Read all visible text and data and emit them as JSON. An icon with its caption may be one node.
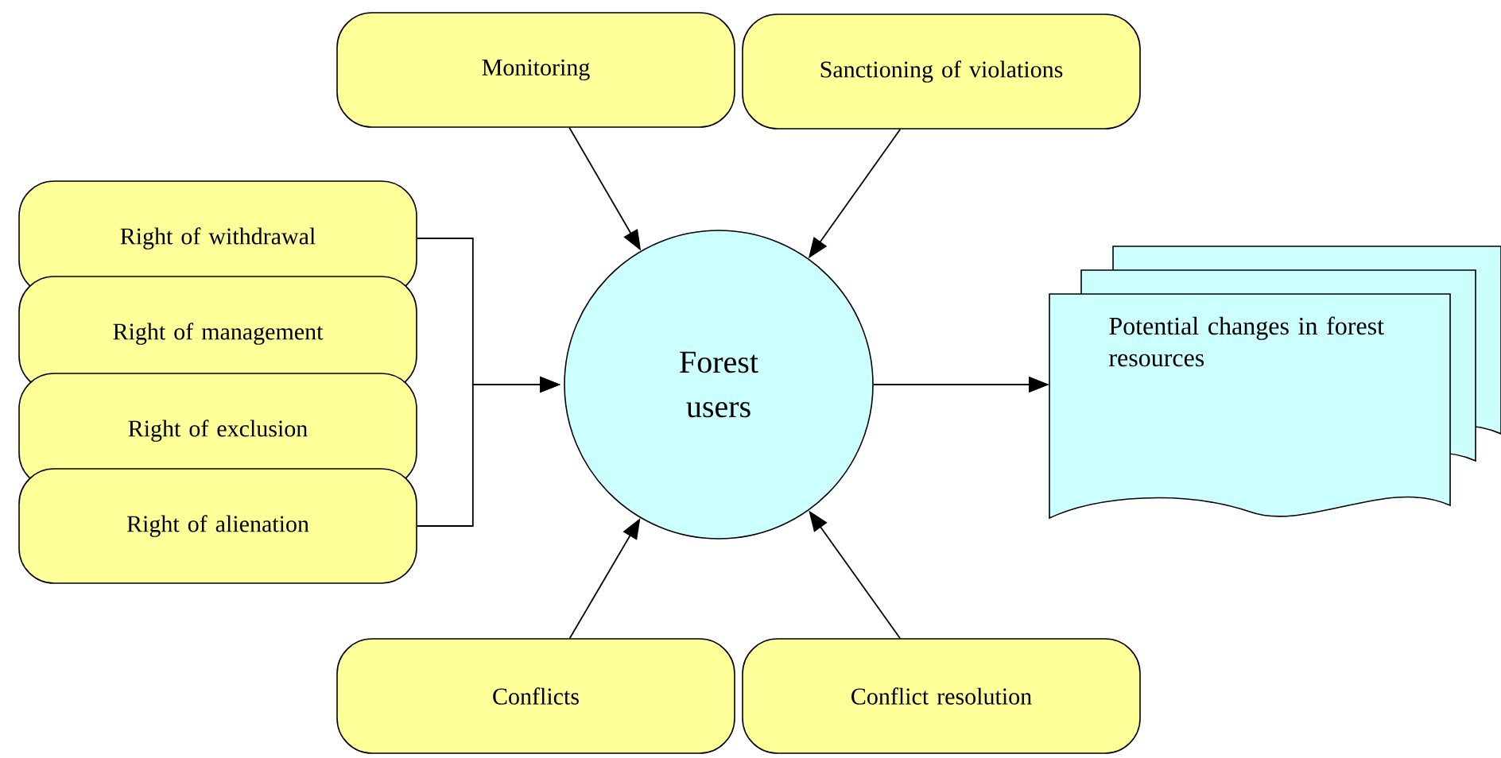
{
  "diagram": {
    "nodes": [
      {
        "text": [
          "Monitoring"
        ]
      },
      {
        "text": [
          "Sanctioning of violations"
        ]
      },
      {
        "text": [
          "Right of withdrawal"
        ]
      },
      {
        "text": [
          "Right of management"
        ]
      },
      {
        "text": [
          "Right of exclusion"
        ]
      },
      {
        "text": [
          "Right of alienation"
        ]
      },
      {
        "text": [
          "Forest users"
        ]
      },
      {
        "text": [
          "Potential changes in forest resources"
        ]
      },
      {
        "text": [
          "Conflicts"
        ]
      },
      {
        "text": [
          "Conflict resolution"
        ]
      }
    ],
    "edges": [
      {
        "from": 0,
        "to": 6,
        "arrow": "to"
      },
      {
        "from": 1,
        "to": 6,
        "arrow": "to"
      },
      {
        "from": 2,
        "to": 6,
        "arrow": "to"
      },
      {
        "from": 5,
        "to": 6,
        "arrow": "to"
      },
      {
        "from": 6,
        "to": 7,
        "arrow": "to"
      },
      {
        "from": 8,
        "to": 6,
        "arrow": "to"
      },
      {
        "from": 9,
        "to": 6,
        "arrow": "to"
      }
    ]
  }
}
